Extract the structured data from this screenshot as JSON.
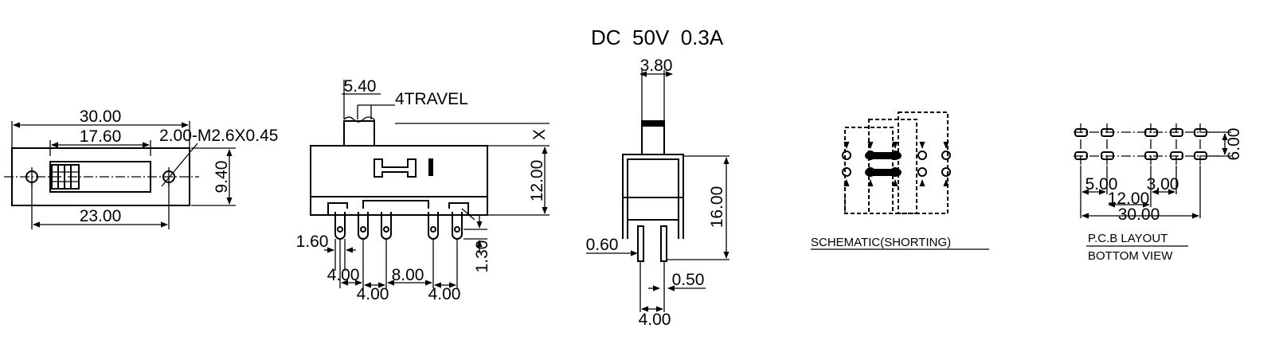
{
  "rating": "DC  50V  0.3A",
  "top_view": {
    "overall_width": "30.00",
    "slot_width": "17.60",
    "mounting_pitch": "23.00",
    "height": "9.40",
    "screw_note": "2.00-M2.6X0.45"
  },
  "front_view": {
    "actuator_width": "5.40",
    "travel": "4TRAVEL",
    "x_mark": "X",
    "body_height": "12.00",
    "pin_width": "1.60",
    "pin_length": "1.30",
    "pitch_left": "4.00",
    "pitch_center": "8.00",
    "pitch_lower_left": "4.00",
    "pitch_right": "4.00"
  },
  "side_view": {
    "actuator_width": "3.80",
    "body_height": "16.00",
    "pin_thickness": "0.60",
    "pin_width": "0.50",
    "pin_spacing": "4.00"
  },
  "schematic": {
    "caption": "SCHEMATIC(SHORTING)"
  },
  "pcb_layout": {
    "row_spacing": "6.00",
    "pitch_a": "5.00",
    "pitch_b": "3.00",
    "inner_span": "12.00",
    "overall_span": "30.00",
    "caption_line1": "P.C.B LAYOUT",
    "caption_line2": "BOTTOM VIEW"
  }
}
